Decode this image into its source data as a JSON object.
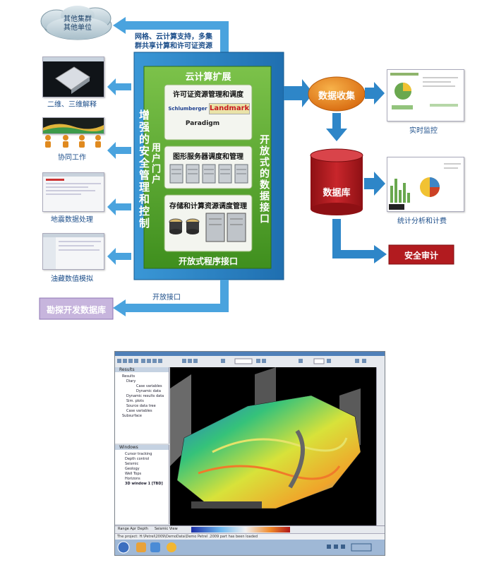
{
  "diagram": {
    "cloud_label": "其他集群\n其他单位",
    "top_note": "网格、云计算支持，多集\n群共享计算和许可证资源",
    "cloud_expand": "云计算扩展",
    "left_panel": "增强的安全管理和控制",
    "user_portal": "用户门户",
    "right_panel": "开放式的数据接口",
    "box1_title": "许可证资源管理和调度",
    "vendor1": "Schlumberger",
    "vendor2": "Landmark",
    "vendor3": "Paradigm",
    "box2_title": "图形服务器调度和管理",
    "box3_title": "存储和计算资源调度管理",
    "bottom_bar": "开放式程序接口",
    "open_interface": "开放接口",
    "exploration_db": "勘探开发数据库",
    "left_labels": [
      "二维、三维解释",
      "协同工作",
      "地震数据处理",
      "油藏数值模拟"
    ],
    "data_collect": "数据收集",
    "realtime": "实时监控",
    "database": "数据库",
    "stats": "统计分析和计费",
    "audit": "安全审计",
    "colors": {
      "green": "#5aa82d",
      "frame_blue": "#2e86c8",
      "orange": "#e07b1c",
      "red": "#b21b1f",
      "purple_box": "#c7b5dd"
    }
  },
  "app": {
    "panel1_title": "Results",
    "tree1": [
      "Results",
      "Diary",
      "Case variables",
      "Dynamic data",
      "Dynamic results data",
      "Sim. plots",
      "Source data tree",
      "Case variables",
      "Subsurface"
    ],
    "panel2_title": "Windows",
    "tree2": [
      "Cursor tracking",
      "Depth control",
      "Seismic",
      "Geology",
      "Well Tops",
      "Horizons",
      "3D window 1 [TBD]"
    ],
    "status_text": "The project: H:\\Petrel\\2009\\DemoData\\Demo Petrel .2009 part has been loaded",
    "tab1": "Range Apr Depth",
    "tab2": "Seismic View"
  }
}
